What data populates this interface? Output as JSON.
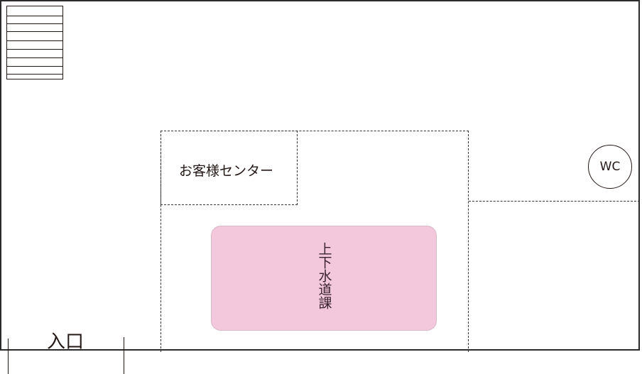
{
  "map": {
    "type": "floor-plan",
    "colors": {
      "wall": "#2b2b2b",
      "counter_fill": "#f4c8dc",
      "text": "#231815"
    },
    "areas": [
      {
        "id": "customer-center",
        "label": "お客様センター",
        "style": "dashed"
      },
      {
        "id": "water-department",
        "label": "上下水道課",
        "style": "filled-pink"
      },
      {
        "id": "toilet",
        "label": "WC",
        "style": "circle"
      },
      {
        "id": "stairs",
        "label": "",
        "style": "striped"
      }
    ],
    "entrance": {
      "label": "入口"
    }
  }
}
